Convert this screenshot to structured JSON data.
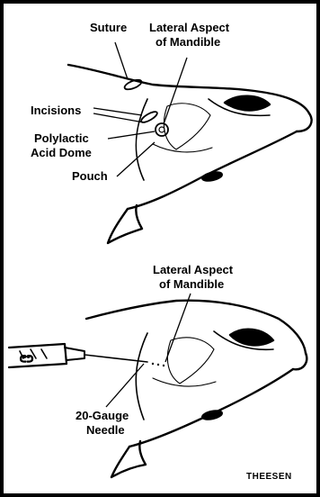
{
  "top_panel": {
    "labels": {
      "suture": "Suture",
      "lateral_aspect_l1": "Lateral Aspect",
      "lateral_aspect_l2": "of Mandible",
      "incisions": "Incisions",
      "dome_l1": "Polylactic",
      "dome_l2": "Acid Dome",
      "pouch": "Pouch"
    }
  },
  "bottom_panel": {
    "labels": {
      "lateral_aspect_l1": "Lateral Aspect",
      "lateral_aspect_l2": "of Mandible",
      "needle_l1": "20-Gauge",
      "needle_l2": "Needle"
    }
  },
  "signature": "THEESEN",
  "colors": {
    "ink": "#000000",
    "paper": "#ffffff"
  }
}
